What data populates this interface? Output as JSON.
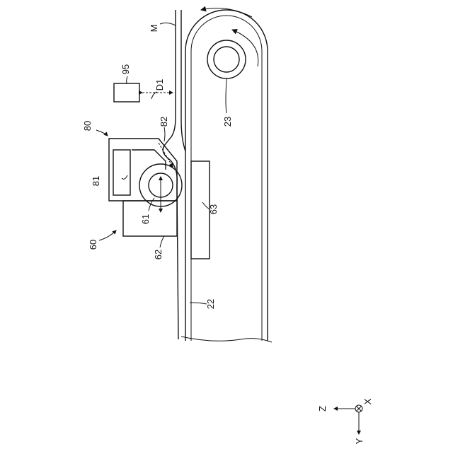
{
  "labels": {
    "M": "M",
    "d1": "D1",
    "n95": "95",
    "n23": "23",
    "n80": "80",
    "n82": "82",
    "n81": "81",
    "n61": "61",
    "n63": "63",
    "n60": "60",
    "n62": "62",
    "n22": "22"
  },
  "axes": {
    "z": "Z",
    "x": "X",
    "y": "Y"
  }
}
